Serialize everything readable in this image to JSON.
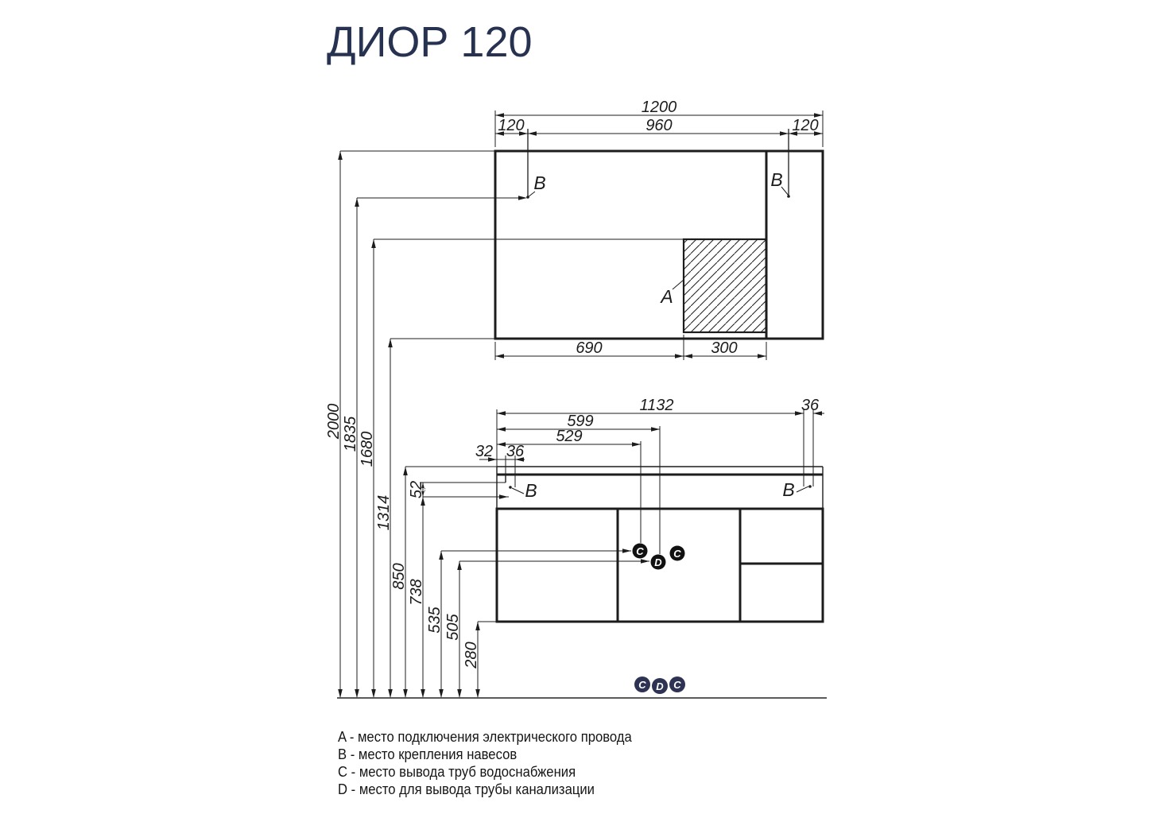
{
  "title": "ДИОР 120",
  "colors": {
    "ink": "#1c1c1c",
    "accent": "#273150",
    "navy": "#2e3353",
    "floor": "#5a5a5a"
  },
  "mirror": {
    "dim_total": "1200",
    "dim_left": "120",
    "dim_center": "960",
    "dim_right": "120",
    "dim_bottom_left": "690",
    "dim_bottom_right": "300",
    "label_a": "A",
    "label_b": "B"
  },
  "vanity": {
    "dim_width": "1132",
    "dim_right_offset": "36",
    "dim_drain": "599",
    "dim_water": "529",
    "dim_side": "32",
    "dim_bracket": "36",
    "dim_rail": "52",
    "label_b": "B",
    "label_c": "C",
    "label_d": "D"
  },
  "heights": [
    "2000",
    "1835",
    "1680",
    "1314",
    "850",
    "738",
    "535",
    "505",
    "280"
  ],
  "legend": [
    "A - место подключения электрического провода",
    "B - место крепления навесов",
    "C - место вывода труб водоснабжения",
    "D - место для вывода трубы канализации"
  ]
}
